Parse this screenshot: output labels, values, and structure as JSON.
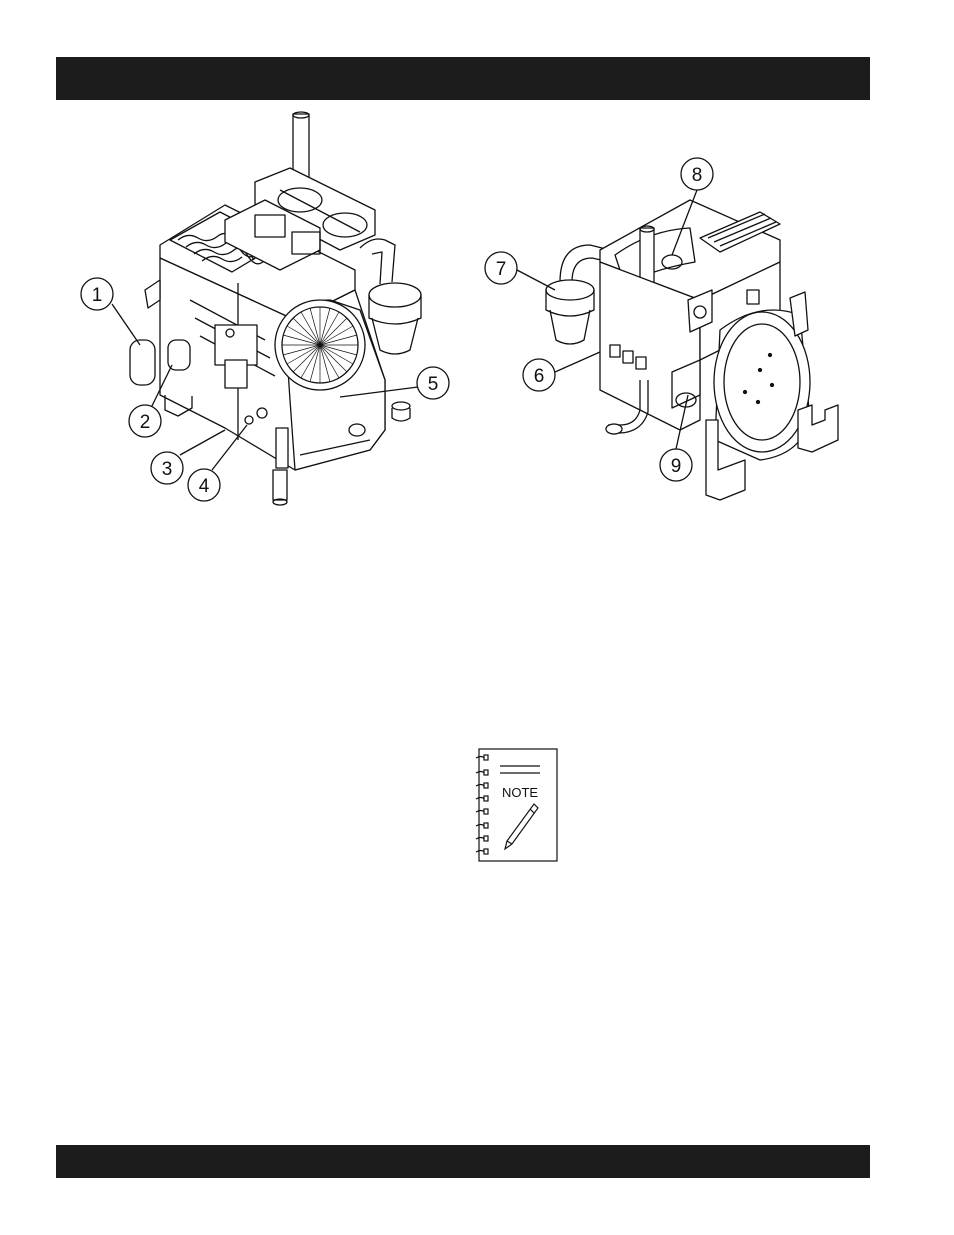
{
  "header": {
    "title": ""
  },
  "footer": {
    "text": ""
  },
  "figure_left": {
    "callouts": [
      "1",
      "2",
      "3",
      "4",
      "5"
    ]
  },
  "figure_right": {
    "callouts": [
      "6",
      "7",
      "8",
      "9"
    ]
  },
  "note_icon": {
    "label": "NOTE",
    "icon": "notepad-pencil-icon"
  }
}
